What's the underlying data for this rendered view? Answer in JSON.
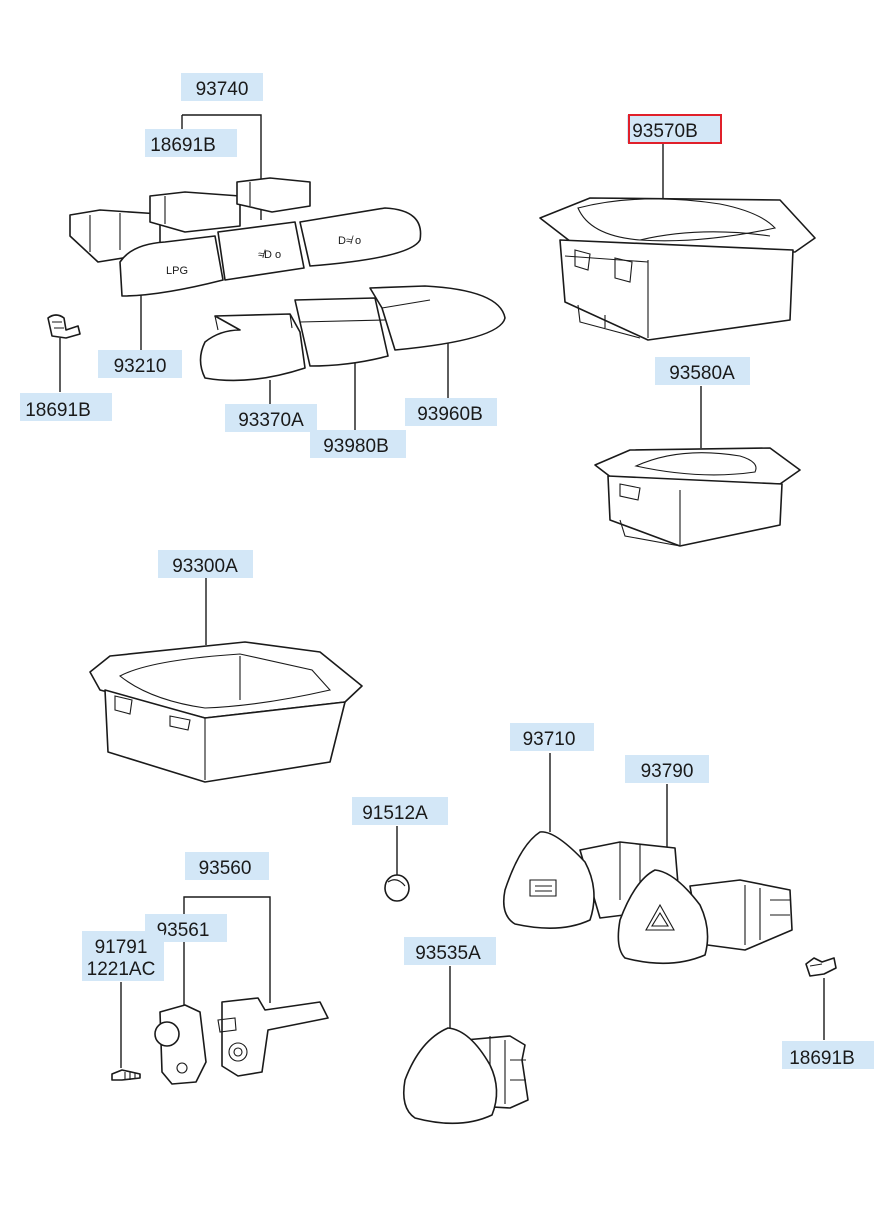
{
  "labels": {
    "p93740": "93740",
    "p18691b_top": "18691B",
    "p18691b_left": "18691B",
    "p93210": "93210",
    "p93370a": "93370A",
    "p93980b": "93980B",
    "p93960b": "93960B",
    "p93570b": "93570B",
    "p93580a": "93580A",
    "p93300a": "93300A",
    "p93710": "93710",
    "p93790": "93790",
    "p91512a": "91512A",
    "p93560": "93560",
    "p93561": "93561",
    "p91791": "91791",
    "p1221ac": "1221AC",
    "p93535a": "93535A",
    "p18691b_right": "18691B"
  },
  "switch_markings": {
    "lpg": "LPG",
    "rear_fog": "≉D o",
    "front_fog": "D≉ o"
  },
  "highlighted_part": "93570B",
  "colors": {
    "label_background": "#d3e7f7",
    "highlight_border": "#e0202a",
    "line": "#1a1a1a"
  }
}
